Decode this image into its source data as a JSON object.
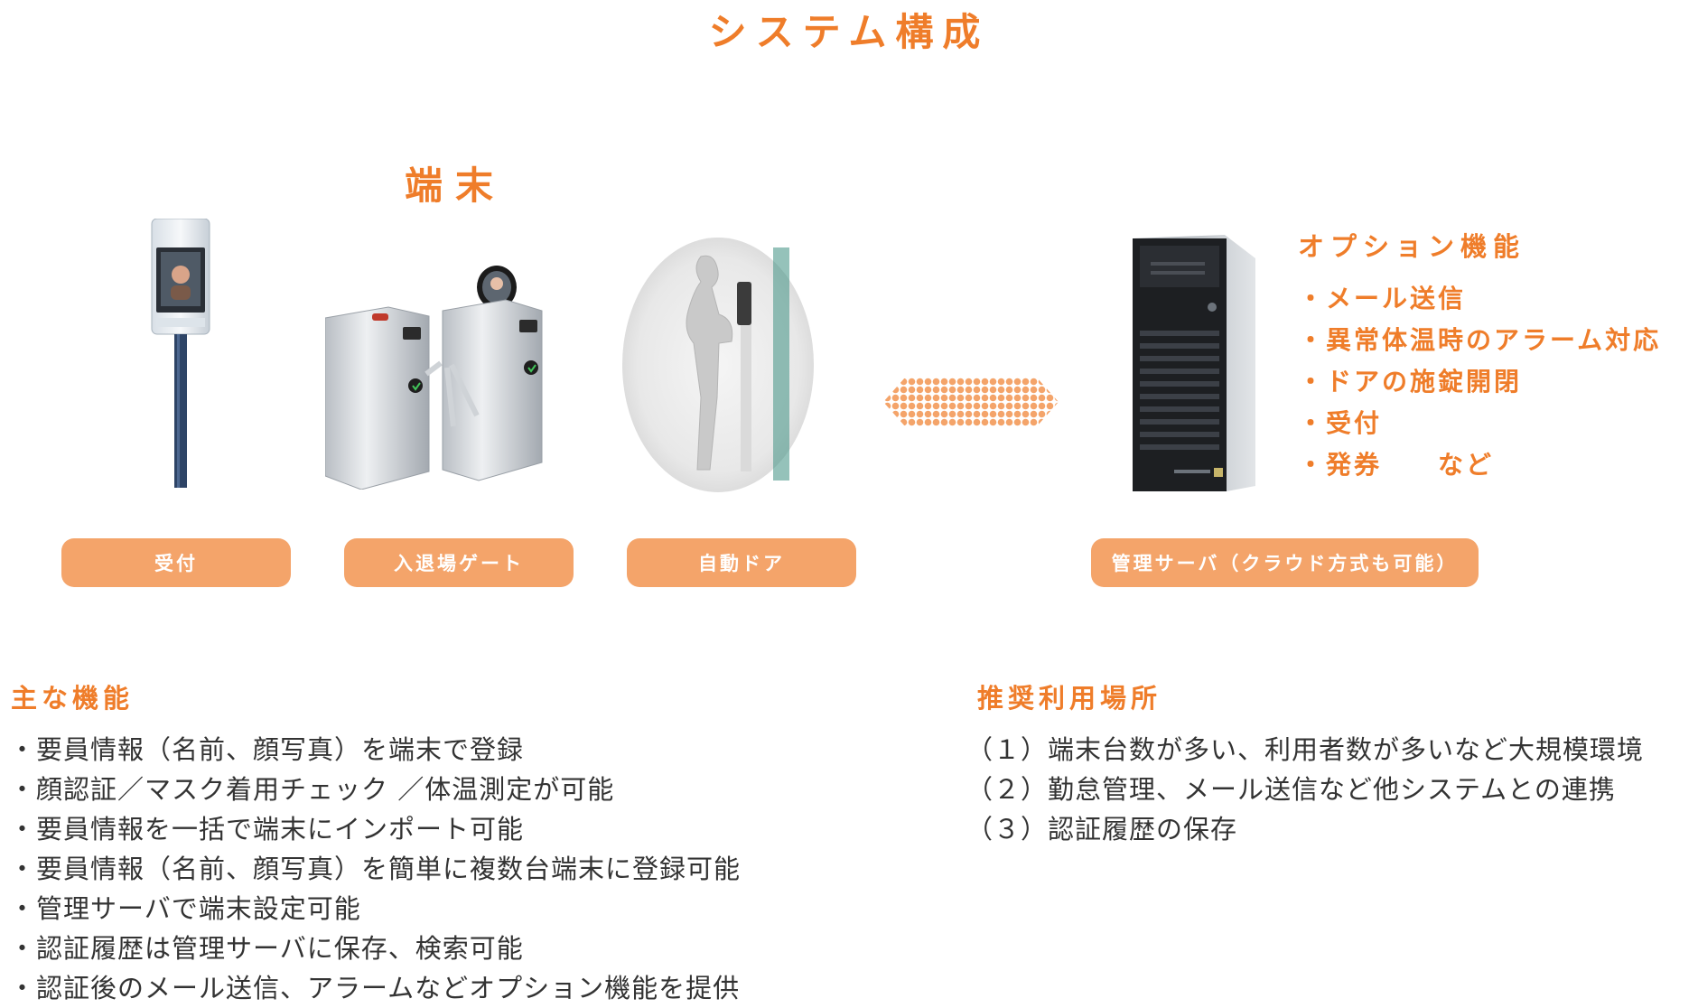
{
  "title": "システム構成",
  "terminal_heading": "端末",
  "devices": [
    {
      "label": "受付",
      "icon": "reception-kiosk-icon"
    },
    {
      "label": "入退場ゲート",
      "icon": "turnstile-gate-icon"
    },
    {
      "label": "自動ドア",
      "icon": "automatic-door-icon"
    }
  ],
  "server": {
    "label": "管理サーバ（クラウド方式も可能）",
    "icon": "server-tower-icon"
  },
  "connector_icon": "bidirectional-arrow-icon",
  "options": {
    "title": "オプション機能",
    "items": [
      "・メール送信",
      "・異常体温時のアラーム対応",
      "・ドアの施錠開閉",
      "・受付",
      "・発券　　など"
    ]
  },
  "features": {
    "title": "主な機能",
    "items": [
      "・要員情報（名前、顔写真）を端末で登録",
      "・顔認証／マスク着用チェック ／体温測定が可能",
      "・要員情報を一括で端末にインポート可能",
      "・要員情報（名前、顔写真）を簡単に複数台端末に登録可能",
      "・管理サーバで端末設定可能",
      "・認証履歴は管理サーバに保存、検索可能",
      "・認証後のメール送信、アラームなどオプション機能を提供"
    ]
  },
  "places": {
    "title": "推奨利用場所",
    "items": [
      "（１）端末台数が多い、利用者数が多いなど大規模環境",
      "（２）勤怠管理、メール送信など他システムとの連携",
      "（３）認証履歴の保存"
    ]
  },
  "colors": {
    "accent": "#ef7d2a",
    "pill": "#f4a46a",
    "text": "#333333"
  }
}
